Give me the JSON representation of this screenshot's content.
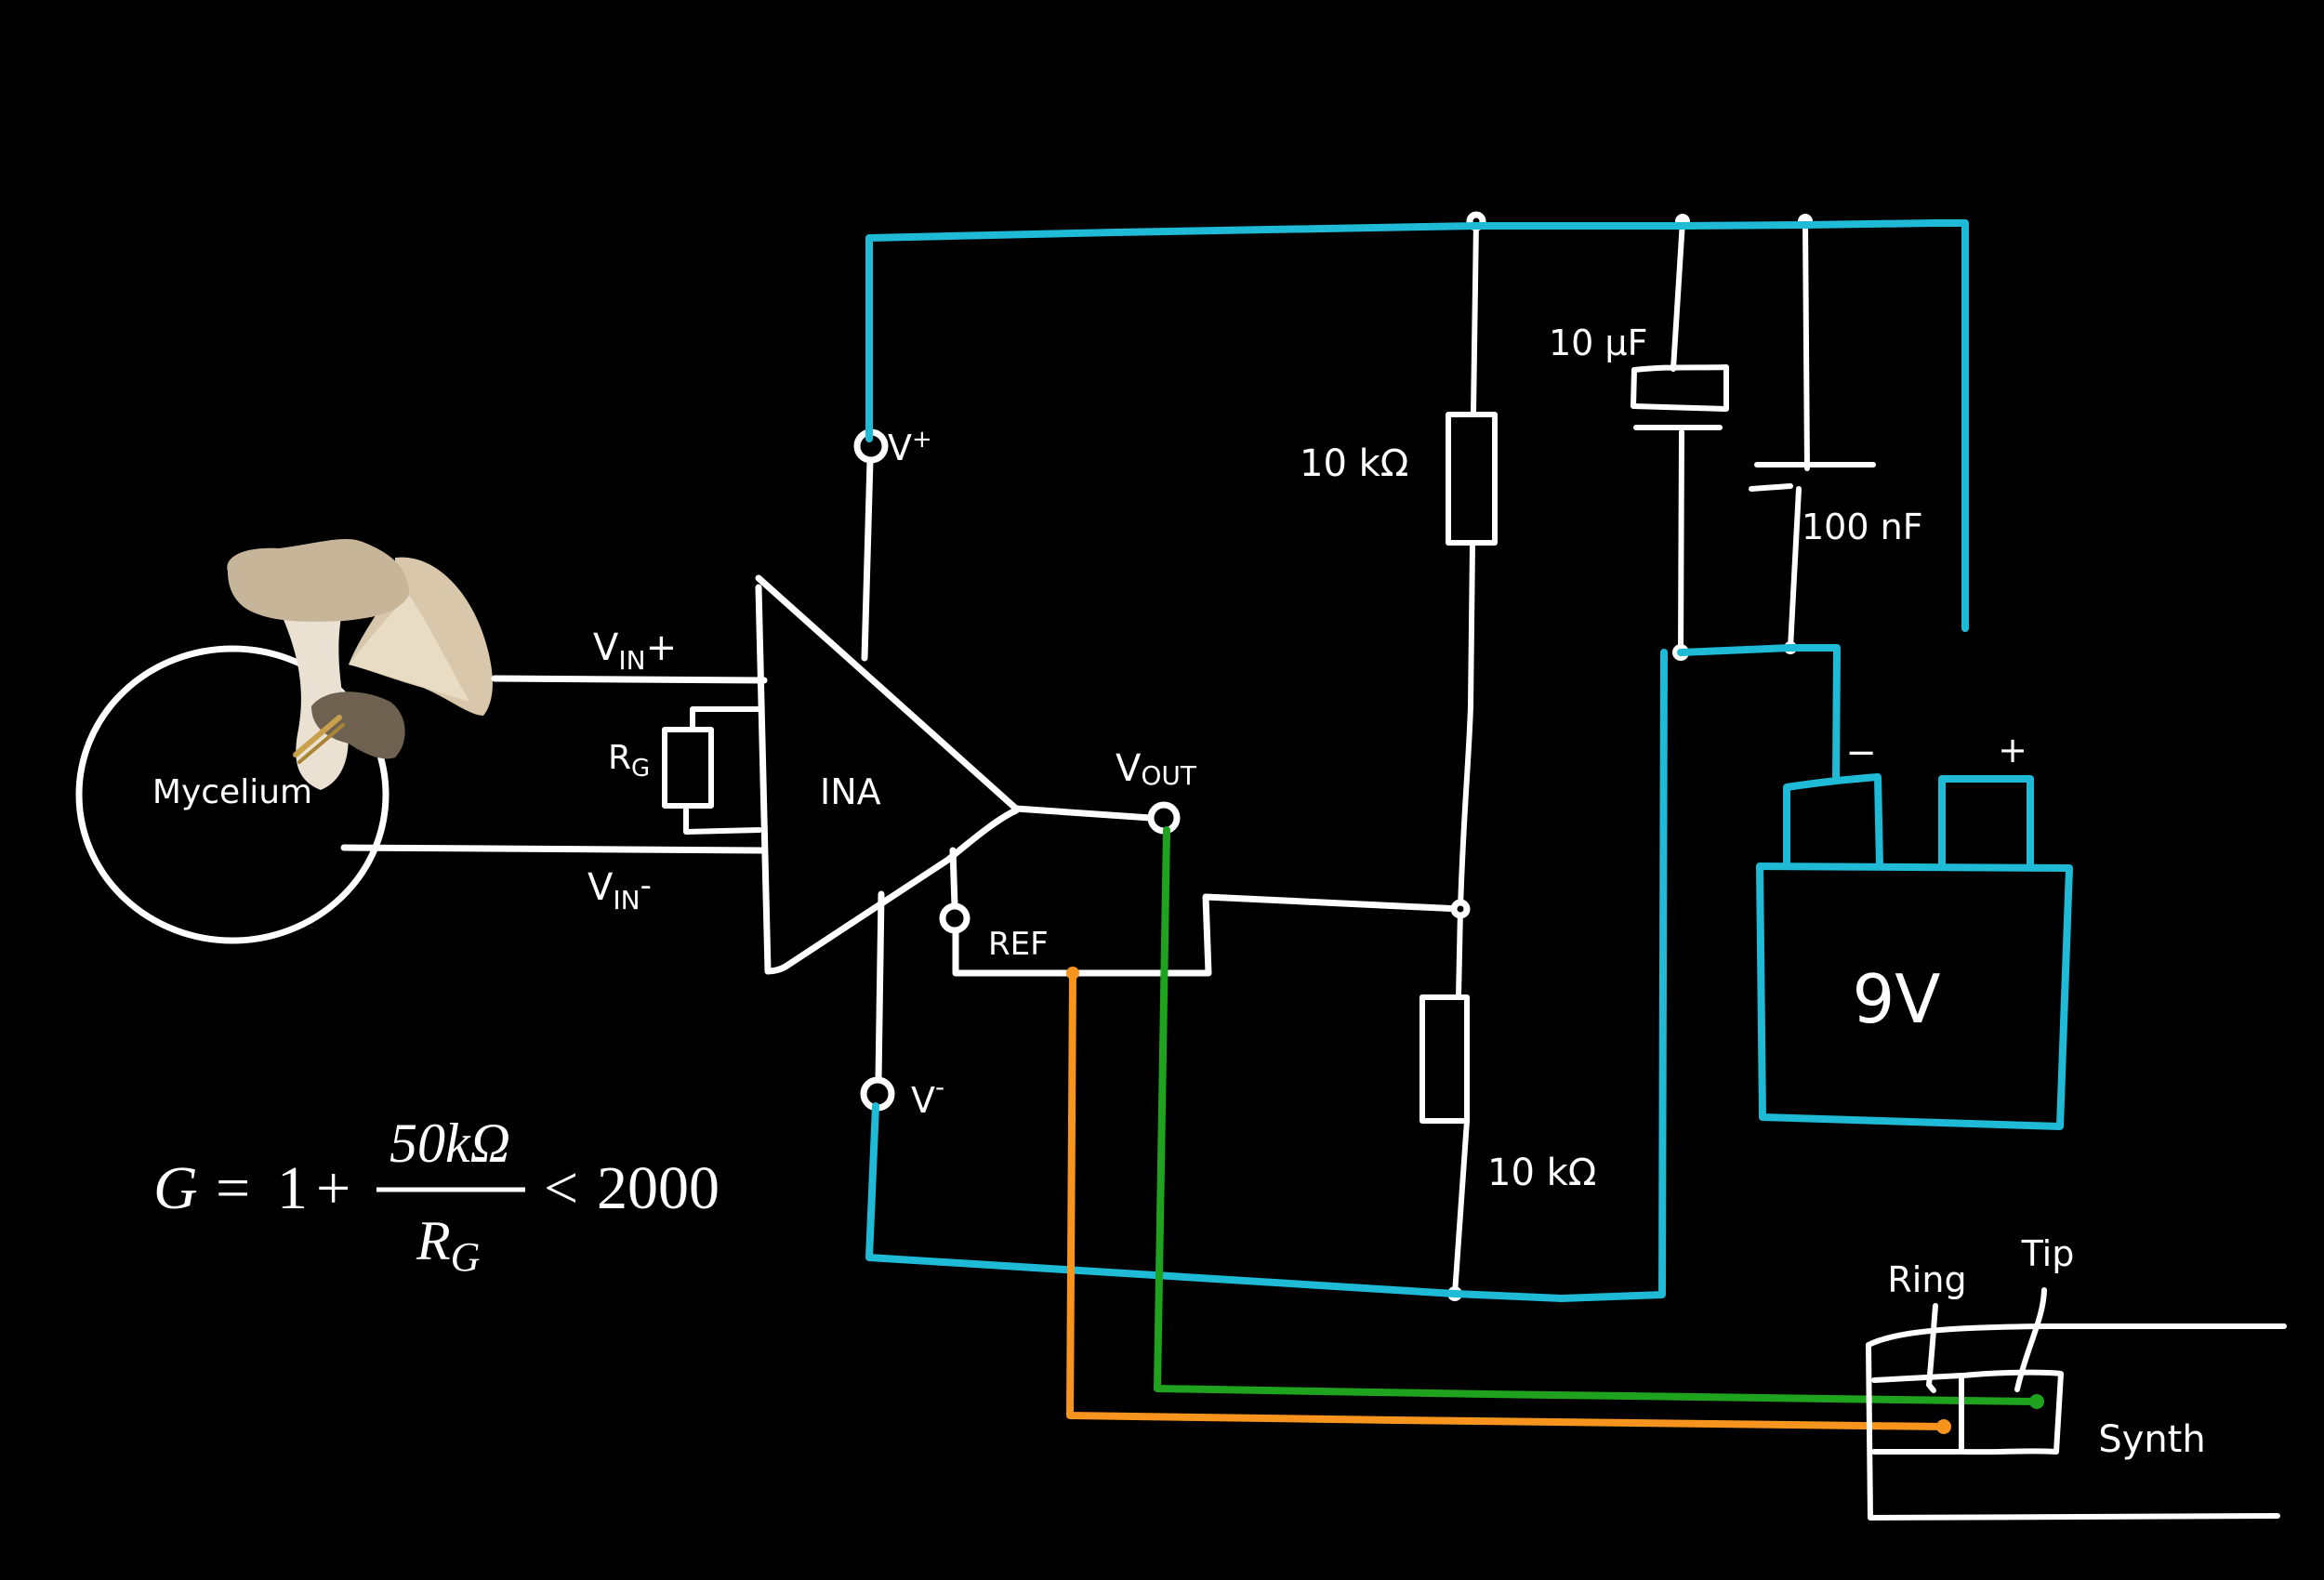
{
  "colors": {
    "background": "#000000",
    "wire": "#ffffff",
    "power_rail": "#1ebad6",
    "ref_signal": "#f7941d",
    "out_signal": "#1fa31f",
    "mushroom_cap": "#c9b79c",
    "mushroom_gill": "#e8dcc8",
    "mushroom_dark": "#6e5f4e",
    "electrode": "#c9a14a"
  },
  "mycelium": {
    "label": "Mycelium"
  },
  "inputs": {
    "vin_plus": {
      "main": "V",
      "sub": "IN",
      "sign": "+"
    },
    "vin_minus": {
      "main": "V",
      "sub": "IN",
      "sign": "-"
    }
  },
  "gain_resistor": {
    "main": "R",
    "sub": "G"
  },
  "amplifier": {
    "label": "INA",
    "vplus": {
      "main": "V",
      "sup": "+"
    },
    "vminus": {
      "main": "V",
      "sup": "-"
    },
    "ref": "REF",
    "vout": {
      "main": "V",
      "sub": "OUT"
    }
  },
  "divider": {
    "r_top": "10 kΩ",
    "r_bottom": "10 kΩ"
  },
  "capacitors": {
    "electrolytic": "10 μF",
    "ceramic": "100 nF"
  },
  "battery": {
    "label": "9V",
    "minus": "−",
    "plus": "+"
  },
  "jack": {
    "ring": "Ring",
    "tip": "Tip",
    "device": "Synth"
  },
  "formula": {
    "lhs": "G",
    "eq": "=",
    "one": "1",
    "plus": "+",
    "numerator": "50kΩ",
    "denominator_main": "R",
    "denominator_sub": "G",
    "lt": "<",
    "limit": "2000"
  }
}
